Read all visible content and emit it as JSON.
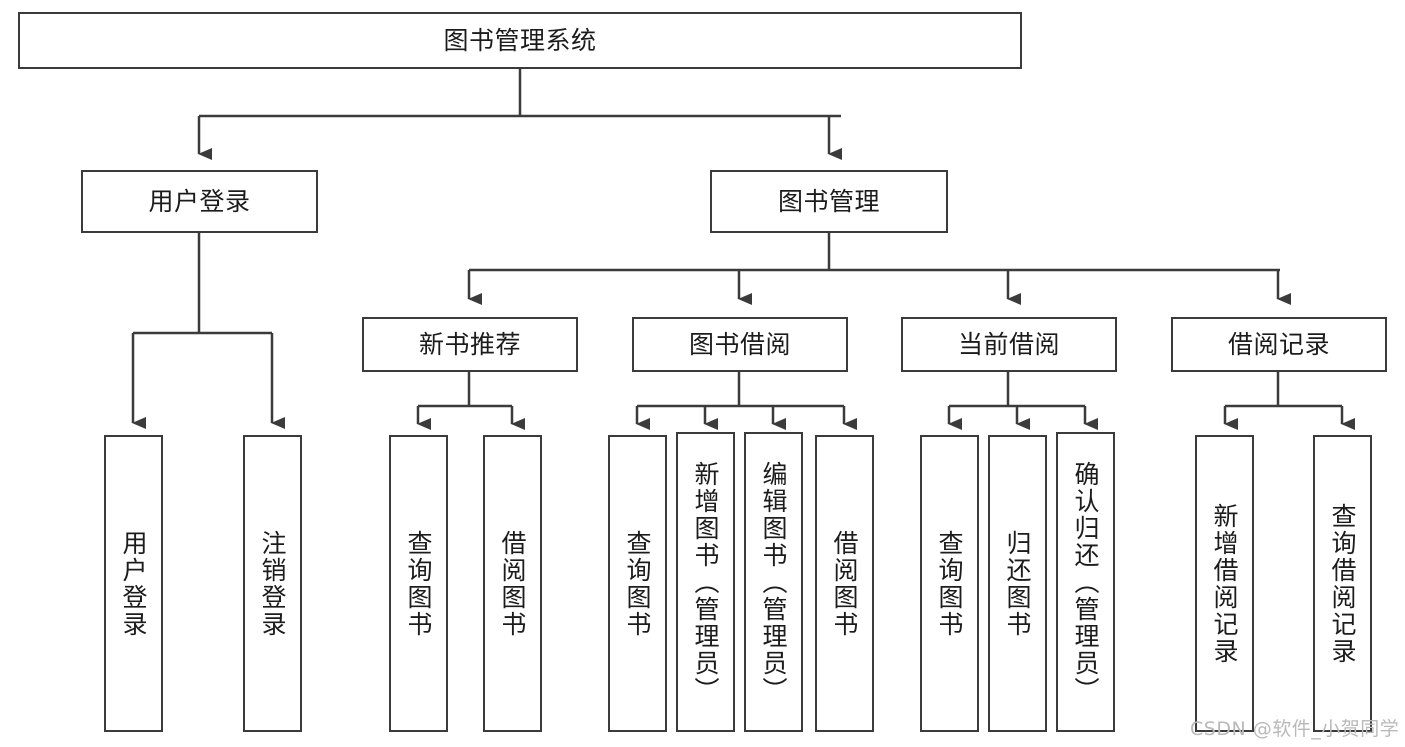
{
  "diagram": {
    "type": "tree-hierarchy-chart",
    "title": "图书管理系统",
    "colors": {
      "box_stroke": "#3b3b3b",
      "box_fill": "#ffffff",
      "connector": "#3b3b3b",
      "background": "#ffffff",
      "watermark": "#b9b9b9"
    },
    "levels": [
      {
        "level": 1,
        "nodes": [
          {
            "id": "root",
            "label": "图书管理系统",
            "orientation": "horizontal"
          }
        ]
      },
      {
        "level": 2,
        "nodes": [
          {
            "id": "login",
            "label": "用户登录",
            "orientation": "horizontal",
            "parent": "root"
          },
          {
            "id": "bookmgmt",
            "label": "图书管理",
            "orientation": "horizontal",
            "parent": "root"
          }
        ]
      },
      {
        "level": 3,
        "nodes": [
          {
            "id": "newbook",
            "label": "新书推荐",
            "orientation": "horizontal",
            "parent": "bookmgmt"
          },
          {
            "id": "borrow",
            "label": "图书借阅",
            "orientation": "horizontal",
            "parent": "bookmgmt"
          },
          {
            "id": "current",
            "label": "当前借阅",
            "orientation": "horizontal",
            "parent": "bookmgmt"
          },
          {
            "id": "records",
            "label": "借阅记录",
            "orientation": "horizontal",
            "parent": "bookmgmt"
          }
        ]
      },
      {
        "level": 4,
        "nodes": [
          {
            "id": "leaf1",
            "label": "用户登录",
            "orientation": "vertical",
            "parent": "login"
          },
          {
            "id": "leaf2",
            "label": "注销登录",
            "orientation": "vertical",
            "parent": "login"
          },
          {
            "id": "leaf3",
            "label": "查询图书",
            "orientation": "vertical",
            "parent": "newbook"
          },
          {
            "id": "leaf4",
            "label": "借阅图书",
            "orientation": "vertical",
            "parent": "newbook"
          },
          {
            "id": "leaf5",
            "label": "查询图书",
            "orientation": "vertical",
            "parent": "borrow"
          },
          {
            "id": "leaf6",
            "label": "新增图书（管理员）",
            "orientation": "vertical",
            "parent": "borrow"
          },
          {
            "id": "leaf7",
            "label": "编辑图书（管理员）",
            "orientation": "vertical",
            "parent": "borrow"
          },
          {
            "id": "leaf8",
            "label": "借阅图书",
            "orientation": "vertical",
            "parent": "borrow"
          },
          {
            "id": "leaf9",
            "label": "查询图书",
            "orientation": "vertical",
            "parent": "current"
          },
          {
            "id": "leaf10",
            "label": "归还图书",
            "orientation": "vertical",
            "parent": "current"
          },
          {
            "id": "leaf11",
            "label": "确认归还（管理员）",
            "orientation": "vertical",
            "parent": "current"
          },
          {
            "id": "leaf12",
            "label": "新增借阅记录",
            "orientation": "vertical",
            "parent": "records"
          },
          {
            "id": "leaf13",
            "label": "查询借阅记录",
            "orientation": "vertical",
            "parent": "records"
          }
        ]
      }
    ],
    "watermark": "CSDN @软件_小贺同学"
  }
}
